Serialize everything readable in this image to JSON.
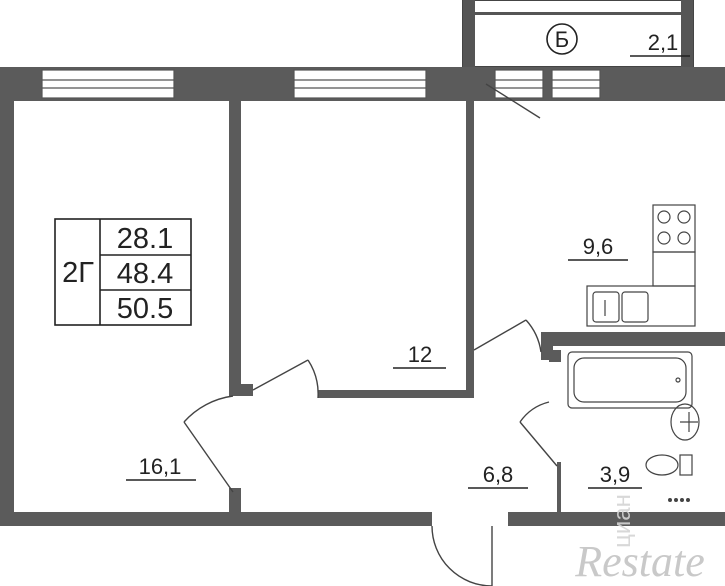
{
  "floorplan": {
    "apartment_type": "2Г",
    "summary": {
      "living_area": "28.1",
      "total_area": "48.4",
      "total_with_balcony": "50.5"
    },
    "rooms": {
      "room_left": "16,1",
      "room_middle": "12",
      "kitchen": "9,6",
      "hallway": "6,8",
      "bathroom": "3,9",
      "balcony": "2,1"
    },
    "balcony_marker": "Б"
  },
  "watermarks": {
    "brand": "Restate",
    "secondary": "циан"
  }
}
